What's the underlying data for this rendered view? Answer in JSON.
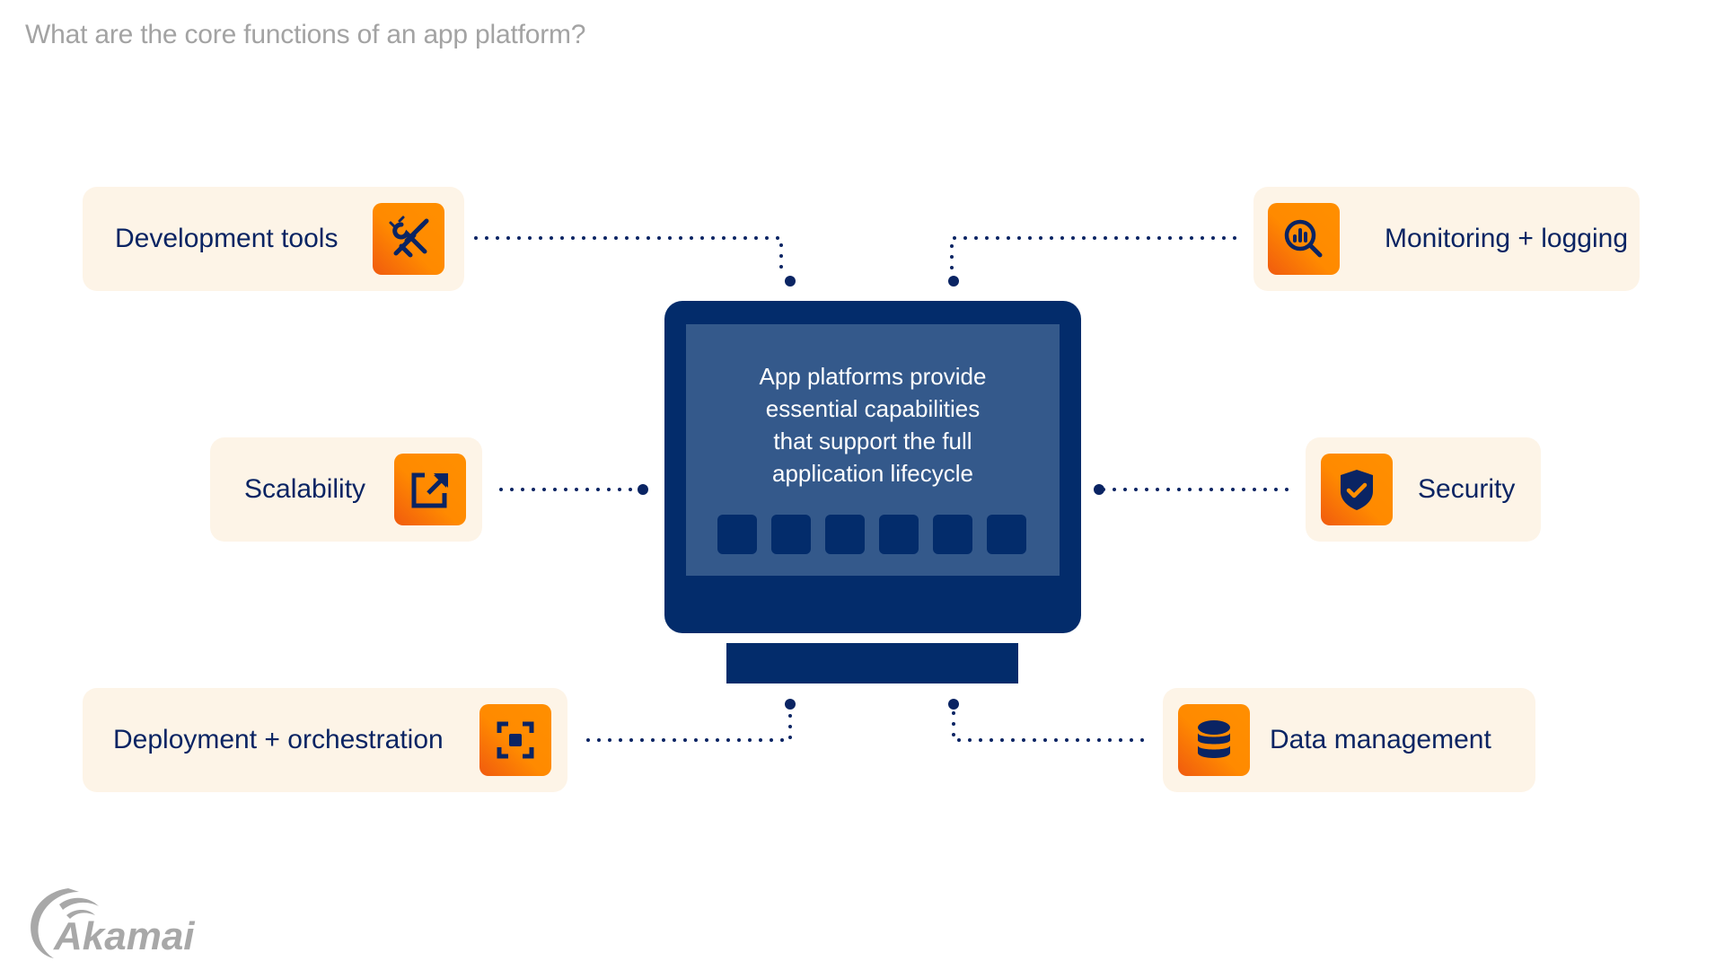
{
  "header": {
    "title": "What are the core functions of an app platform?"
  },
  "center": {
    "lines": [
      "App platforms provide",
      "essential capabilities",
      "that support the full",
      "application lifecycle"
    ],
    "tile_count": 6
  },
  "functions": [
    {
      "label": "Development tools",
      "icon": "tools-icon"
    },
    {
      "label": "Monitoring + logging",
      "icon": "monitoring-icon"
    },
    {
      "label": "Scalability",
      "icon": "scale-out-icon"
    },
    {
      "label": "Security",
      "icon": "shield-check-icon"
    },
    {
      "label": "Deployment + orchestration",
      "icon": "focus-frame-icon"
    },
    {
      "label": "Data management",
      "icon": "database-icon"
    }
  ],
  "brand": {
    "logo_text": "Akamai"
  },
  "colors": {
    "navy": "#032c6b",
    "screen": "#34598b",
    "card": "#fdf4e7",
    "orange_start": "#f05a0f",
    "orange_end": "#ff8f00",
    "title_gray": "#a3a3a3",
    "logo_gray": "#a8a8a8"
  }
}
